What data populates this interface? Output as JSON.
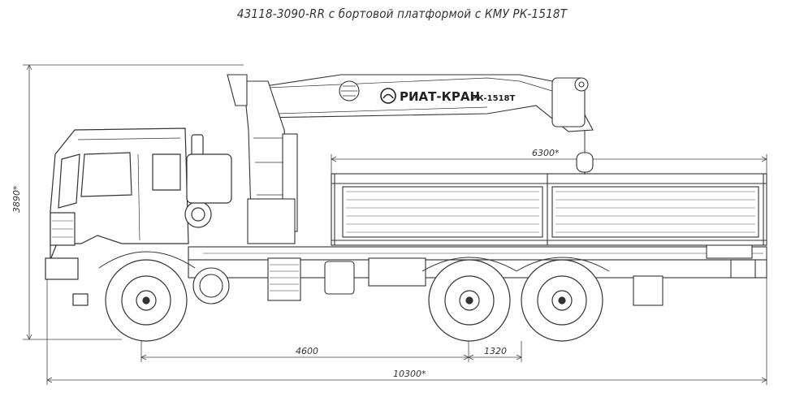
{
  "title": "43118-3090-RR с бортовой платформой с КМУ РК-1518Т",
  "crane_brand": "РИАТ-КРАН",
  "crane_model": "РК-1518Т",
  "dimensions": {
    "platform_length": "6300*",
    "height": "3890*",
    "wheelbase_front": "4600",
    "wheelbase_rear": "1320",
    "overall_length": "10300*"
  }
}
